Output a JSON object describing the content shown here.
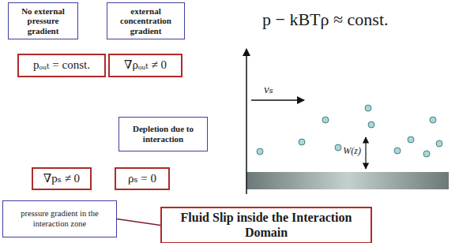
{
  "diagram": {
    "nodes": [
      {
        "text": [
          "No external pressure gradient"
        ]
      },
      {
        "text": [
          "external concentration gradient"
        ]
      },
      {
        "text": [
          "pₒᵤₜ = const."
        ]
      },
      {
        "text": [
          "∇ρₒᵤₜ ≠ 0"
        ]
      },
      {
        "text": [
          "Depletion due to interaction"
        ]
      },
      {
        "text": [
          "∇pₛ ≠ 0"
        ]
      },
      {
        "text": [
          "ρₛ = 0"
        ]
      },
      {
        "text": [
          "pressure gradient in the interaction zone"
        ]
      },
      {
        "text": [
          "Fluid Slip inside the Interaction Domain"
        ]
      }
    ],
    "edges": [
      {
        "from": 7,
        "to": 8,
        "arrow": "none"
      }
    ],
    "labels": [
      "p − kBTρ ≈ const.",
      "vₛ",
      "W(z)"
    ]
  }
}
